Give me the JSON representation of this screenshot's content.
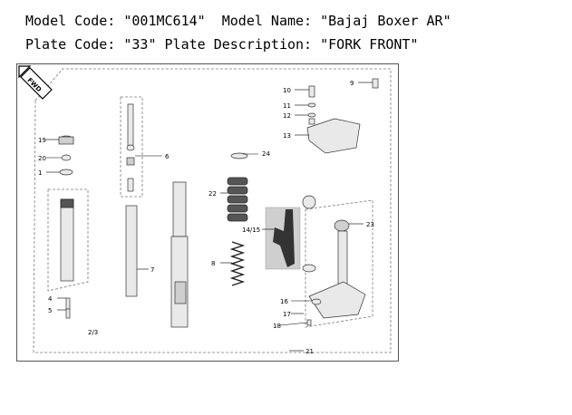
{
  "header": {
    "line1": "Model Code: \"001MC614\"  Model Name: \"Bajaj Boxer AR\"",
    "line2": "Plate Code: \"33\" Plate Description: \"FORK FRONT\""
  },
  "diagram": {
    "fwd_label": "FWD",
    "callouts": {
      "c1": "1",
      "c2_3": "2/3",
      "c4": "4",
      "c5": "5",
      "c6": "6",
      "c7": "7",
      "c8": "8",
      "c9": "9",
      "c10": "10",
      "c11": "11",
      "c12": "12",
      "c13": "13",
      "c14_15": "14/15",
      "c16": "16",
      "c17": "17",
      "c18": "18",
      "c19": "19",
      "c20": "20",
      "c21": "21",
      "c22": "22",
      "c23": "23",
      "c24": "24"
    }
  }
}
